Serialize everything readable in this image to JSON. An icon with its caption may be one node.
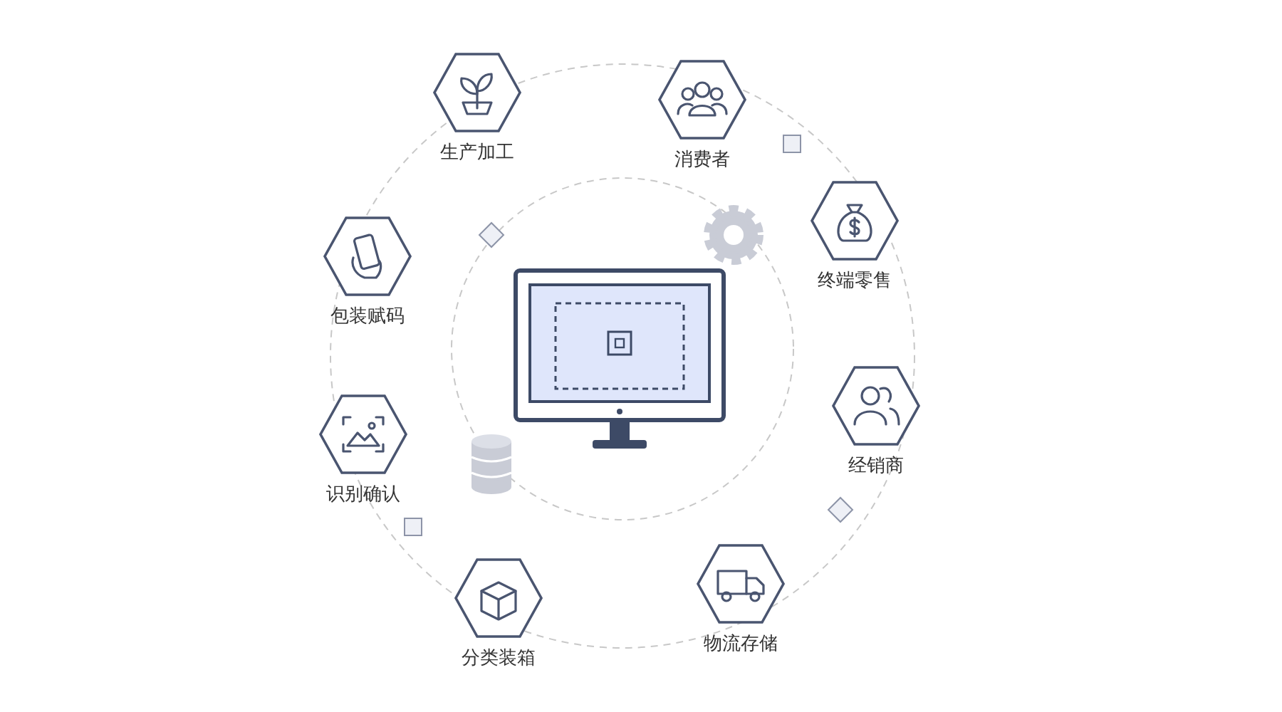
{
  "diagram": {
    "nodes": [
      {
        "text": [
          "生产加工"
        ]
      },
      {
        "text": [
          "消费者"
        ]
      },
      {
        "text": [
          "终端零售"
        ]
      },
      {
        "text": [
          "经销商"
        ]
      },
      {
        "text": [
          "物流存储"
        ]
      },
      {
        "text": [
          "分类装箱"
        ]
      },
      {
        "text": [
          "识别确认"
        ]
      },
      {
        "text": [
          "包装赋码"
        ]
      }
    ]
  }
}
